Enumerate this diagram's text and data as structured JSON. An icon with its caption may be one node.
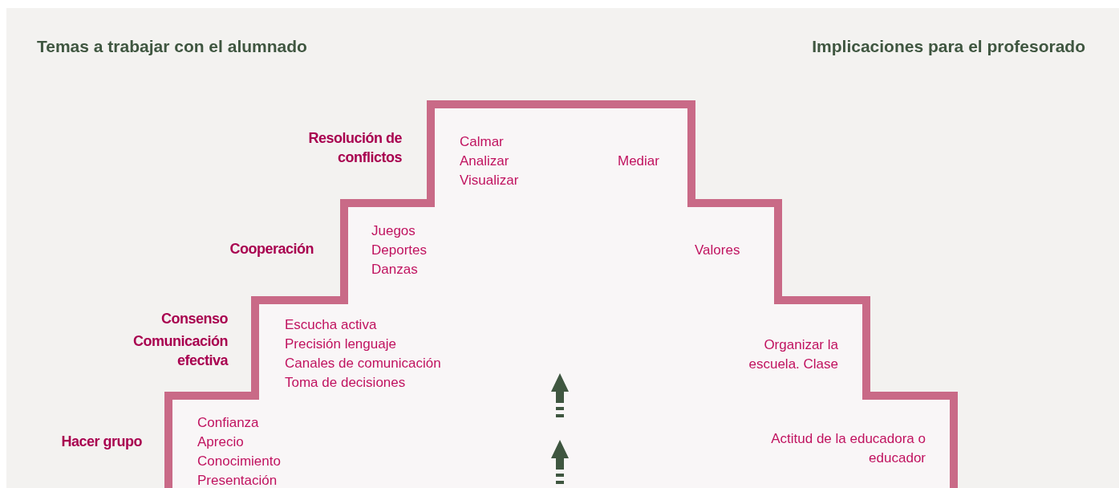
{
  "diagram": {
    "labels": [
      "Temas a trabajar con el alumnado",
      "Implicaciones para el profesorado",
      "Resolución de conflictos",
      "Calmar",
      "Analizar",
      "Visualizar",
      "Mediar",
      "Cooperación",
      "Juegos",
      "Deportes",
      "Danzas",
      "Valores",
      "Consenso",
      "Comunicación efectiva",
      "Escucha activa",
      "Precisión lenguaje",
      "Canales de comunicación",
      "Toma de decisiones",
      "Organizar la escuela. Clase",
      "Hacer grupo",
      "Confianza",
      "Aprecio",
      "Conocimiento",
      "Presentación",
      "Actitud de la educadora o educador"
    ]
  }
}
